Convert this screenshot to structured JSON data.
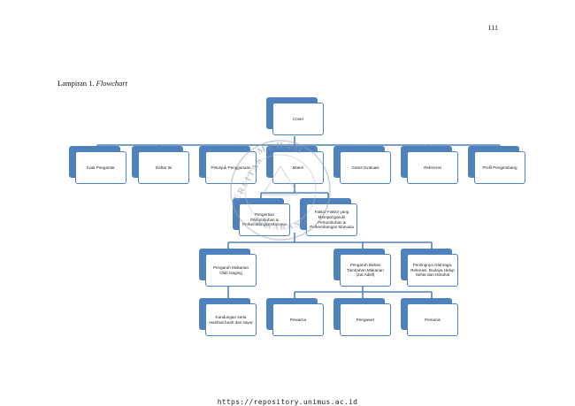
{
  "page_number": "111",
  "caption": {
    "prefix": "Lampiran 1. ",
    "italic": "Flowchart"
  },
  "footer_url": "https://repository.unimus.ac.id",
  "watermark": {
    "top_text": "MUHAM",
    "left_text": "ERSITAS",
    "bottom_text": "SEMARANG"
  },
  "flowchart": {
    "root": "Cover",
    "level1": [
      "Kata Pengantar",
      "Daftar Isi",
      "Petunjuk Penggunaan",
      "Materi",
      "Game Evaluasi",
      "Referensi",
      "Profil Pengembang"
    ],
    "level2": [
      "Pengertian Pertumbuhan & Perkembangan Manusia",
      "Faktor-Faktor yang Mempengaruhi Pertumbuhan & Perkembangan Manusia"
    ],
    "level3": [
      "Pengaruh Makanan Olah Daging",
      "Pengaruh Bahan Tambahan Makanan (Zat Aditif)",
      "Pentingnya Olahraga, Rekreasi, Budaya Hidup Sehat dan Istirahat"
    ],
    "level4_left": "Kandungan serta manfaat buah dan sayur",
    "level4_right": [
      "Pewarna",
      "Pengawet",
      "Pemanis"
    ]
  }
}
